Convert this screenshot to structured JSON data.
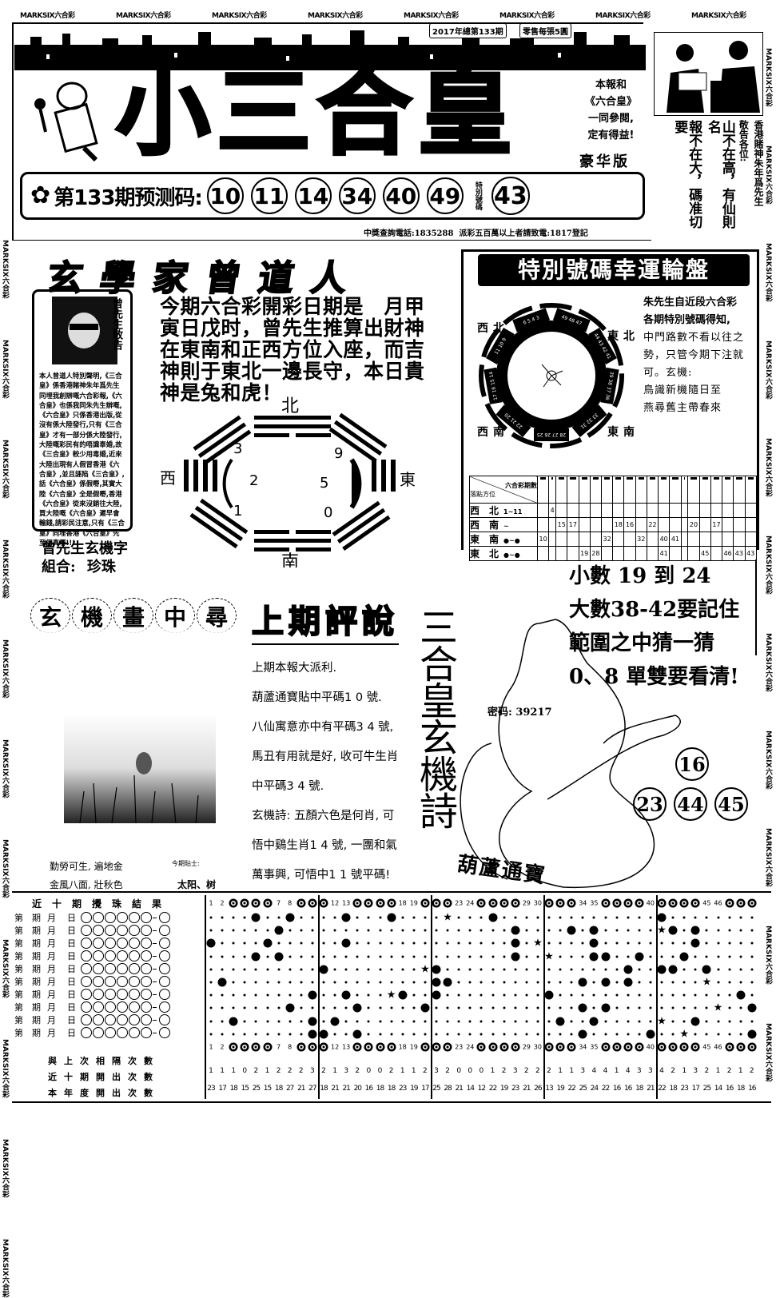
{
  "watermark": "MARKSIX六合彩",
  "header": {
    "issue_badge": "2017年總第133期",
    "price_badge": "零售每張5圓",
    "title": "小三合皇",
    "side_note": [
      "本報和",
      "《六合皇》",
      "一同參閱,",
      "定有得益!"
    ],
    "edition": "豪华版",
    "prediction_label": "第133期预测码:",
    "prediction_numbers": [
      "10",
      "11",
      "14",
      "34",
      "40",
      "49"
    ],
    "special_label": "特別號碼",
    "special_number": "43",
    "hotline": "中獎查詢電話:1835288  派彩五百萬以上者請致電:1817登記",
    "notice_columns": [
      "香港賭神朱年爲先生",
      "敬告各位:",
      "山不在高，有仙則名",
      "報不在大，碼准切要"
    ]
  },
  "zeng": {
    "banner": "玄學家曾道人",
    "box_title": "曾先生敬告",
    "box_text": "本人曾道人特別聲明,《三合皇》係香港賭神朱年爲先生同埋我創辦嘅六合彩報,《六合皇》也係我同朱先生辦嘅,《六合皇》只係香港出版,從沒有係大陸發行,只有《三合皇》才有一部分係大陸發行,大陸嘅彩民有的唔識辜婚,故《三合皇》較少用毒婚,近來大陸出現有人假冒香港《六合皇》,並且誣陷《三合皇》,話《六合皇》係假嘢,其實大陸《六合皇》全是假嘢,香港《六合皇》從來沒銷往大陸,買大陸嘅《六合皇》遲早會輸錢,請彩民注意,只有《三合皇》同埋香港《六合皇》先至係真嘢!!!",
    "paragraph": "今期六合彩開彩日期是　月甲寅日戊时，曾先生推算出財神在東南和正西方位入座，而吉神則于東北一邊長守，本日貴神是兔和虎！",
    "bagua": {
      "north": "北",
      "south": "南",
      "west": "西",
      "east": "東",
      "numbers": [
        "3",
        "9",
        "2",
        "5",
        "1",
        "0"
      ]
    },
    "combo_line1": "曾先生玄機字",
    "combo_line2": "組合: 珍珠"
  },
  "wheel": {
    "title": "特別號碼幸運輪盤",
    "directions": {
      "nw": "西北",
      "ne": "東北",
      "sw": "西南",
      "se": "東南"
    },
    "segments": [
      "6 5 4 3",
      "49 48 47",
      "44 43 42 41",
      "39 38 37 36",
      "33 32 31",
      "28 27 26 25",
      "22 21 20",
      "17 16 15 14",
      "11 10 9"
    ],
    "text": [
      "朱先生自近段六合彩",
      "各期特別號碼得知,",
      "中門路數不看以往之",
      "勢，只管今期下注就",
      "可。玄機:",
      "鳥識新機隨日至",
      "燕尋舊主帶春來"
    ],
    "table": {
      "header_top": "六合彩期數",
      "header_left": "落點方位",
      "rows": [
        {
          "label": "西　北",
          "range": "1~11",
          "cells": {
            "2": "4"
          }
        },
        {
          "label": "西　南",
          "range": "~",
          "cells": {
            "3": "15",
            "4": "17",
            "8": "18",
            "9": "16",
            "11": "22",
            "15": "20",
            "17": "17"
          }
        },
        {
          "label": "東　南",
          "range": "●~●",
          "cells": {
            "1": "10",
            "7": "32",
            "10": "32",
            "12": "40",
            "13": "41"
          }
        },
        {
          "label": "東　北",
          "range": "●~●",
          "cells": {
            "5": "19",
            "6": "28",
            "12": "41",
            "16": "45",
            "18": "46",
            "19": "43",
            "20": "43"
          }
        }
      ]
    }
  },
  "hint": [
    "小數 19 到 24",
    "大數38-42要記住",
    "範圍之中猜一猜",
    "0、8 單雙要看清!"
  ],
  "riddle": {
    "banner_chars": [
      "玄",
      "機",
      "畫",
      "中",
      "尋"
    ],
    "review_title": "上期評說",
    "review_lines": [
      "上期本報大派利.",
      "葫蘆通寶貼中平碼1 0 號.",
      "八仙寓意亦中有平碼3 4 號,",
      "馬丑有用就是好, 收可牛生肖",
      "中平碼3 4 號.",
      "玄機詩: 五顏六色是何肖, 可",
      "悟中鷄生肖1 4 號, 一團和氣",
      "萬事興, 可悟中1 1 號平碼!"
    ],
    "poem_left": [
      "勤勞可生, 遍地金",
      "金風八面, 壯秋色"
    ],
    "tip_label": "今期貼士:",
    "tip_value": "太阳、树",
    "vertical_title": "三合皇玄機詩",
    "password": "密码: 39217",
    "gourd_caption": "葫蘆通寶",
    "gourd_numbers": [
      "16",
      "23",
      "44",
      "45"
    ]
  },
  "results": {
    "title": "近十期攪珠結果",
    "row_labels": {
      "issue": "第　期",
      "month": "月",
      "day": "日"
    },
    "row_count": 10,
    "footer_labels": [
      "與上次相隔次數",
      "近十期開出次數",
      "本年度開出次數"
    ],
    "header_plain_numbers": [
      1,
      2,
      7,
      8,
      12,
      13,
      18,
      19,
      23,
      24,
      29,
      30,
      34,
      35,
      40,
      45,
      46
    ],
    "marks": [
      {
        "balls": [
          5,
          8,
          13,
          17,
          26,
          41
        ],
        "star": 22
      },
      {
        "balls": [
          7,
          28,
          33,
          35,
          42,
          44
        ],
        "star": 41
      },
      {
        "balls": [
          1,
          6,
          13,
          28,
          35,
          44
        ],
        "star": 30
      },
      {
        "balls": [
          5,
          7,
          28,
          35,
          36,
          39,
          43
        ],
        "star": 31
      },
      {
        "balls": [
          11,
          21,
          38,
          41,
          42,
          45
        ],
        "star": 20
      },
      {
        "balls": [
          2,
          21,
          22,
          34,
          36,
          38
        ],
        "star": 45
      },
      {
        "balls": [
          10,
          13,
          18,
          21,
          31,
          48
        ],
        "star": 17
      },
      {
        "balls": [
          8,
          14,
          20,
          34,
          36,
          49
        ],
        "star": 46
      },
      {
        "balls": [
          3,
          10,
          12,
          32,
          35,
          44
        ],
        "star": 41
      },
      {
        "balls": [
          10,
          11,
          14,
          34,
          40,
          49
        ],
        "star": 43
      }
    ],
    "recent_ten_counts": [
      1,
      1,
      1,
      0,
      2,
      1,
      2,
      2,
      2,
      3,
      2,
      1,
      3,
      2,
      0,
      0,
      2,
      1,
      1,
      2,
      3,
      2,
      0,
      0,
      0,
      1,
      2,
      3,
      2,
      2,
      2,
      1,
      1,
      3,
      4,
      4,
      1,
      4,
      3,
      3,
      4,
      2,
      1,
      3,
      2,
      1,
      2,
      1,
      2
    ],
    "year_counts": [
      23,
      17,
      18,
      15,
      25,
      15,
      18,
      27,
      21,
      27,
      18,
      21,
      21,
      20,
      16,
      18,
      18,
      23,
      19,
      17,
      25,
      28,
      21,
      14,
      12,
      22,
      19,
      23,
      21,
      26,
      13,
      19,
      22,
      25,
      24,
      22,
      16,
      16,
      18,
      21,
      22,
      18,
      23,
      17,
      25,
      14,
      16,
      18,
      16
    ]
  }
}
